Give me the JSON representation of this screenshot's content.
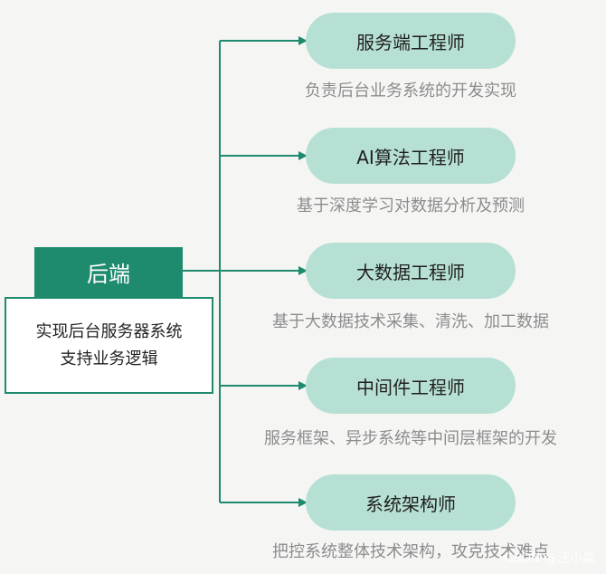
{
  "root": {
    "title": "后端",
    "description_lines": [
      "实现后台服务器系统",
      "支持业务逻辑"
    ]
  },
  "branches": [
    {
      "title": "服务端工程师",
      "description": "负责后台业务系统的开发实现"
    },
    {
      "title": "AI算法工程师",
      "description": "基于深度学习对数据分析及预测"
    },
    {
      "title": "大数据工程师",
      "description": "基于大数据技术采集、清洗、加工数据"
    },
    {
      "title": "中间件工程师",
      "description": "服务框架、异步系统等中间层框架的开发"
    },
    {
      "title": "系统架构师",
      "description": "把控系统整体技术架构，攻克技术难点"
    }
  ],
  "watermark": "CSDN @汪小淼",
  "colors": {
    "primary": "#1e8a6e",
    "node_fill": "#b7e0d4",
    "description_text": "#8c8c8c",
    "background": "#f5f6f4"
  }
}
